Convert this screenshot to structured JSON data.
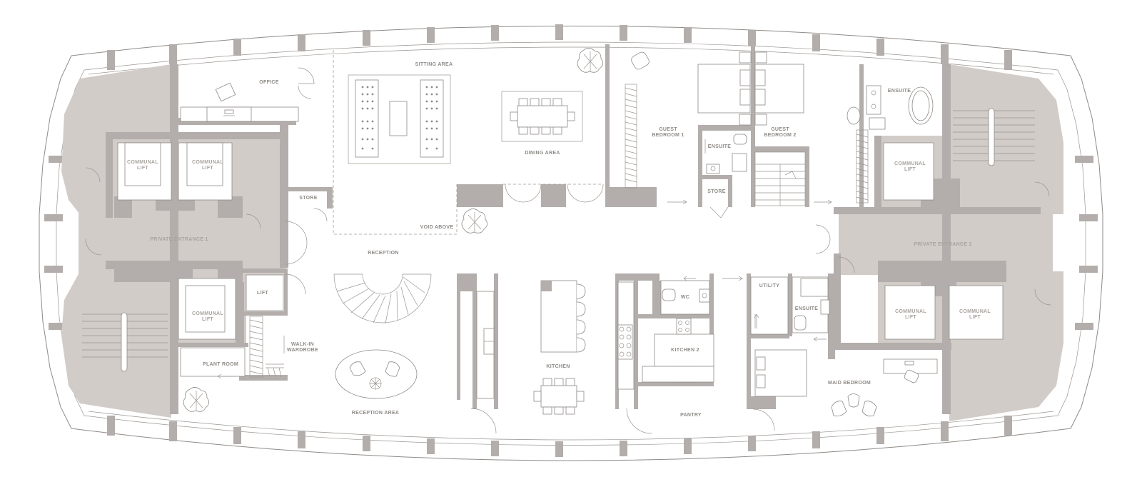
{
  "plan": {
    "rooms": {
      "office": "OFFICE",
      "sitting_area": "SITTING AREA",
      "dining_area": "DINING AREA",
      "guest_bedroom_1_line1": "GUEST",
      "guest_bedroom_1_line2": "BEDROOM 1",
      "guest_bedroom_2_line1": "GUEST",
      "guest_bedroom_2_line2": "BEDROOM 2",
      "ensuite_top_right": "ENSUITE",
      "ensuite_guest": "ENSUITE",
      "store_left": "STORE",
      "store_guest": "STORE",
      "void_above": "VOID ABOVE",
      "reception": "RECEPTION",
      "private_entrance_1": "PRIVATE ENTRANCE 1",
      "private_entrance_2": "PRIVATE ENTRANCE 2",
      "communal_lift": "COMMUNAL",
      "lift_word": "LIFT",
      "lift": "LIFT",
      "walk_in_line1": "WALK-IN",
      "walk_in_line2": "WARDROBE",
      "plant_room": "PLANT ROOM",
      "reception_area": "RECEPTION AREA",
      "kitchen": "KITCHEN",
      "kitchen_2": "KITCHEN 2",
      "wc": "WC",
      "utility": "UTILITY",
      "ensuite_maid": "ENSUITE",
      "maid_bedroom": "MAID BEDROOM",
      "pantry": "PANTRY"
    },
    "colors": {
      "wall": "#b3aeab",
      "core": "#d2ccc9",
      "line": "#8f8b87",
      "label": "#8f8b87"
    }
  }
}
